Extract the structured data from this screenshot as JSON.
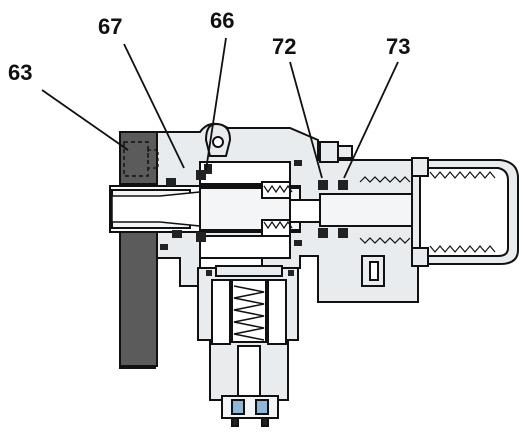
{
  "callouts": [
    {
      "id": "63",
      "label": "63"
    },
    {
      "id": "67",
      "label": "67"
    },
    {
      "id": "66",
      "label": "66"
    },
    {
      "id": "72",
      "label": "72"
    },
    {
      "id": "73",
      "label": "73"
    }
  ],
  "colors": {
    "outline": "#111111",
    "body_fill": "#e9ecee",
    "housing_dark": "#5b5b5b",
    "seal_dark": "#222222",
    "shaft_fill": "#f3f5f6",
    "accent_blue": "#8fb8d8"
  }
}
